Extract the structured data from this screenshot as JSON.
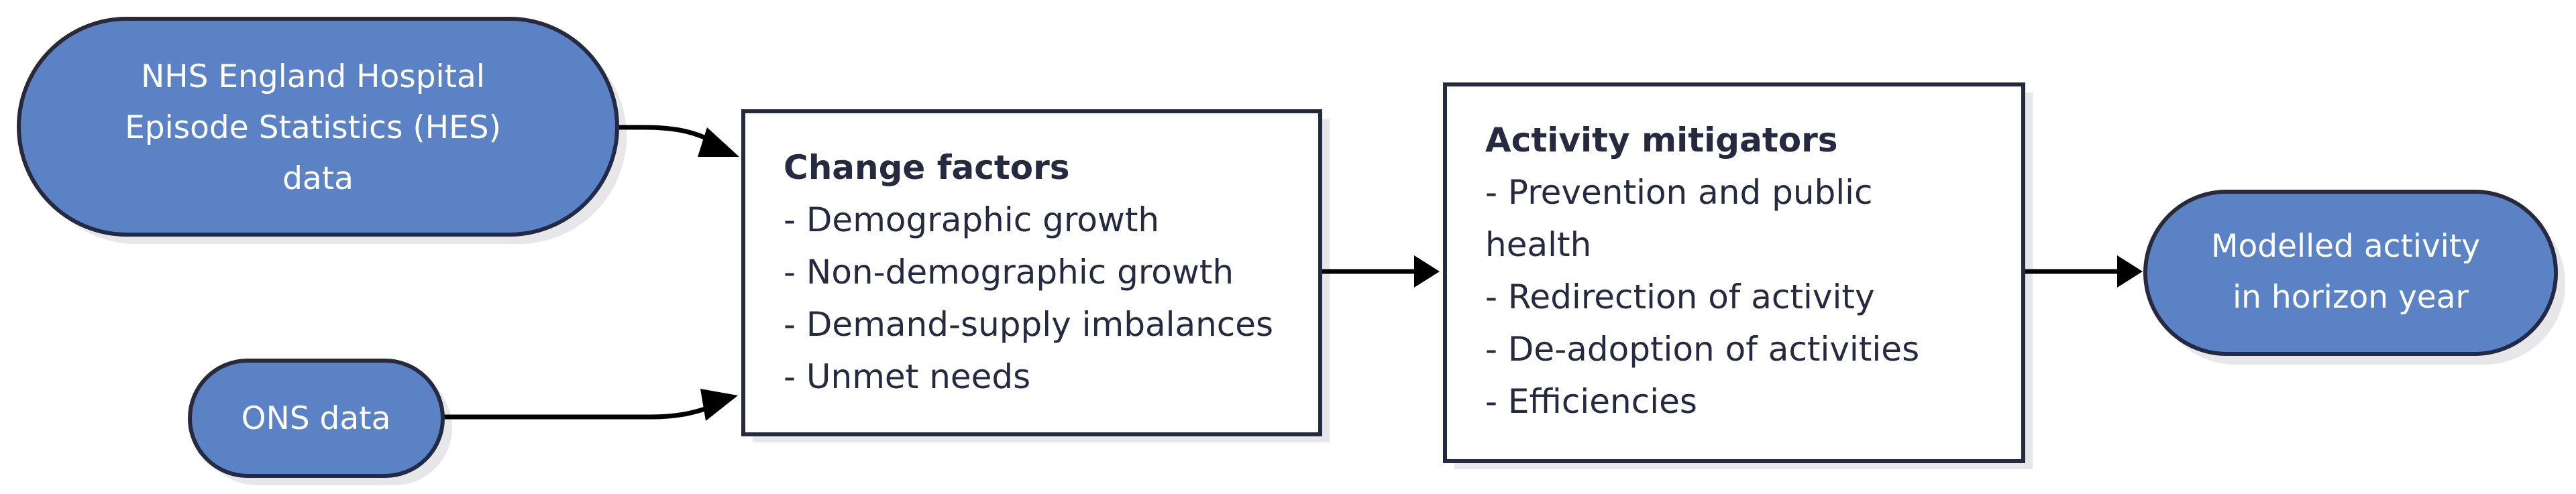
{
  "nodes": {
    "hes_source": {
      "lines": [
        "NHS England Hospital",
        "Episode Statistics (HES)",
        "data"
      ],
      "fill": "#5b82c5"
    },
    "ons_source": {
      "lines": [
        "ONS data"
      ],
      "fill": "#5b82c5"
    },
    "change_factors": {
      "title": "Change factors",
      "lines": [
        "- Demographic growth",
        "- Non-demographic growth",
        "- Demand-supply imbalances",
        "- Unmet needs"
      ]
    },
    "activity_mitigators": {
      "title": "Activity mitigators",
      "lines": [
        "- Prevention and public",
        "health",
        "- Redirection of activity",
        "- De-adoption of activities",
        "- Efficiencies"
      ]
    },
    "modelled_activity": {
      "lines": [
        "Modelled activity",
        "in horizon year"
      ],
      "fill": "#5b82c5"
    }
  },
  "edges": [
    {
      "from": "hes_source",
      "to": "change_factors"
    },
    {
      "from": "ons_source",
      "to": "change_factors"
    },
    {
      "from": "change_factors",
      "to": "activity_mitigators"
    },
    {
      "from": "activity_mitigators",
      "to": "modelled_activity"
    }
  ],
  "colors": {
    "node_fill": "#5b82c5",
    "outline": "#262a40",
    "text_dark": "#262a40",
    "text_light": "#ffffff",
    "arrow": "#000000"
  }
}
